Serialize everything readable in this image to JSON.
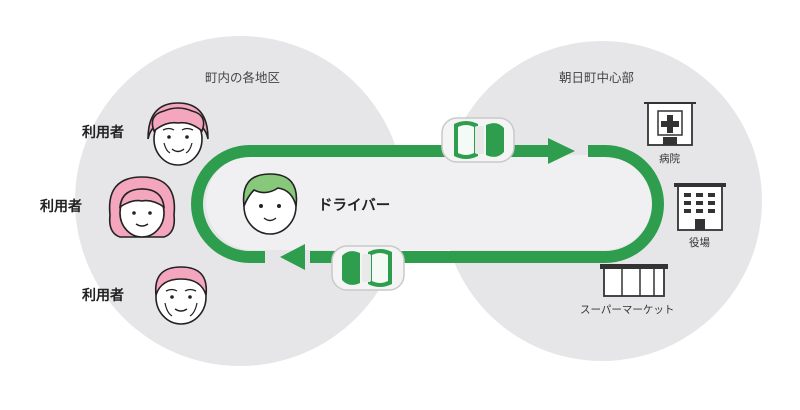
{
  "areas": {
    "left_title": "町内の各地区",
    "right_title": "朝日町中心部"
  },
  "users": {
    "label_1": "利用者",
    "label_2": "利用者",
    "label_3": "利用者"
  },
  "driver": {
    "label": "ドライバー"
  },
  "destinations": {
    "hospital": "病院",
    "town_office": "役場",
    "supermarket": "スーパーマーケット"
  },
  "colors": {
    "route_green": "#2e9e4e",
    "area_gray": "#e6e6e9",
    "user_pink": "#f3a6bd",
    "driver_green": "#88c87a"
  },
  "icons": {
    "hospital": "hospital-icon",
    "town_office": "office-building-icon",
    "supermarket": "store-icon",
    "car": "car-icon"
  }
}
